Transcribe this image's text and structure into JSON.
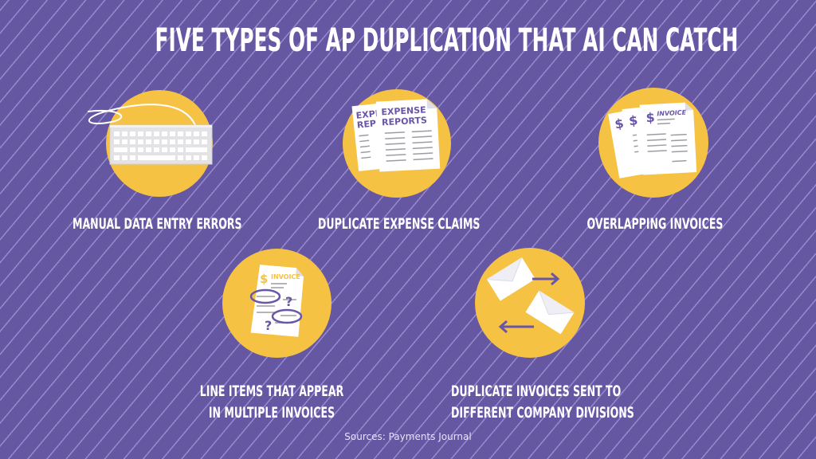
{
  "header": {
    "title": "FIVE TYPES OF AP DUPLICATION THAT AI CAN CATCH"
  },
  "items": [
    {
      "label": "MANUAL DATA ENTRY ERRORS",
      "icon": "keyboard-icon"
    },
    {
      "label": "DUPLICATE EXPENSE CLAIMS",
      "icon": "expense-reports-icon",
      "doc_title_1": "EXPENSE",
      "doc_title_2": "REPORTS",
      "doc_back_1": "EXPE",
      "doc_back_2": "REP"
    },
    {
      "label": "OVERLAPPING INVOICES",
      "icon": "invoice-stack-icon",
      "doc_title": "INVOICE",
      "symbol": "$"
    },
    {
      "label_line1": "LINE ITEMS THAT APPEAR",
      "label_line2": "IN MULTIPLE INVOICES",
      "icon": "invoice-circled-items-icon",
      "doc_title": "INVOICE",
      "symbol": "$",
      "question": "?"
    },
    {
      "label_line1": "DUPLICATE INVOICES SENT TO",
      "label_line2": "DIFFERENT COMPANY DIVISIONS",
      "icon": "envelopes-exchange-icon"
    }
  ],
  "footer": {
    "source": "Sources:  Payments Journal"
  },
  "colors": {
    "background": "#6657a3",
    "circle": "#f5c243",
    "text": "#ffffff",
    "accent": "#6a56a8"
  }
}
